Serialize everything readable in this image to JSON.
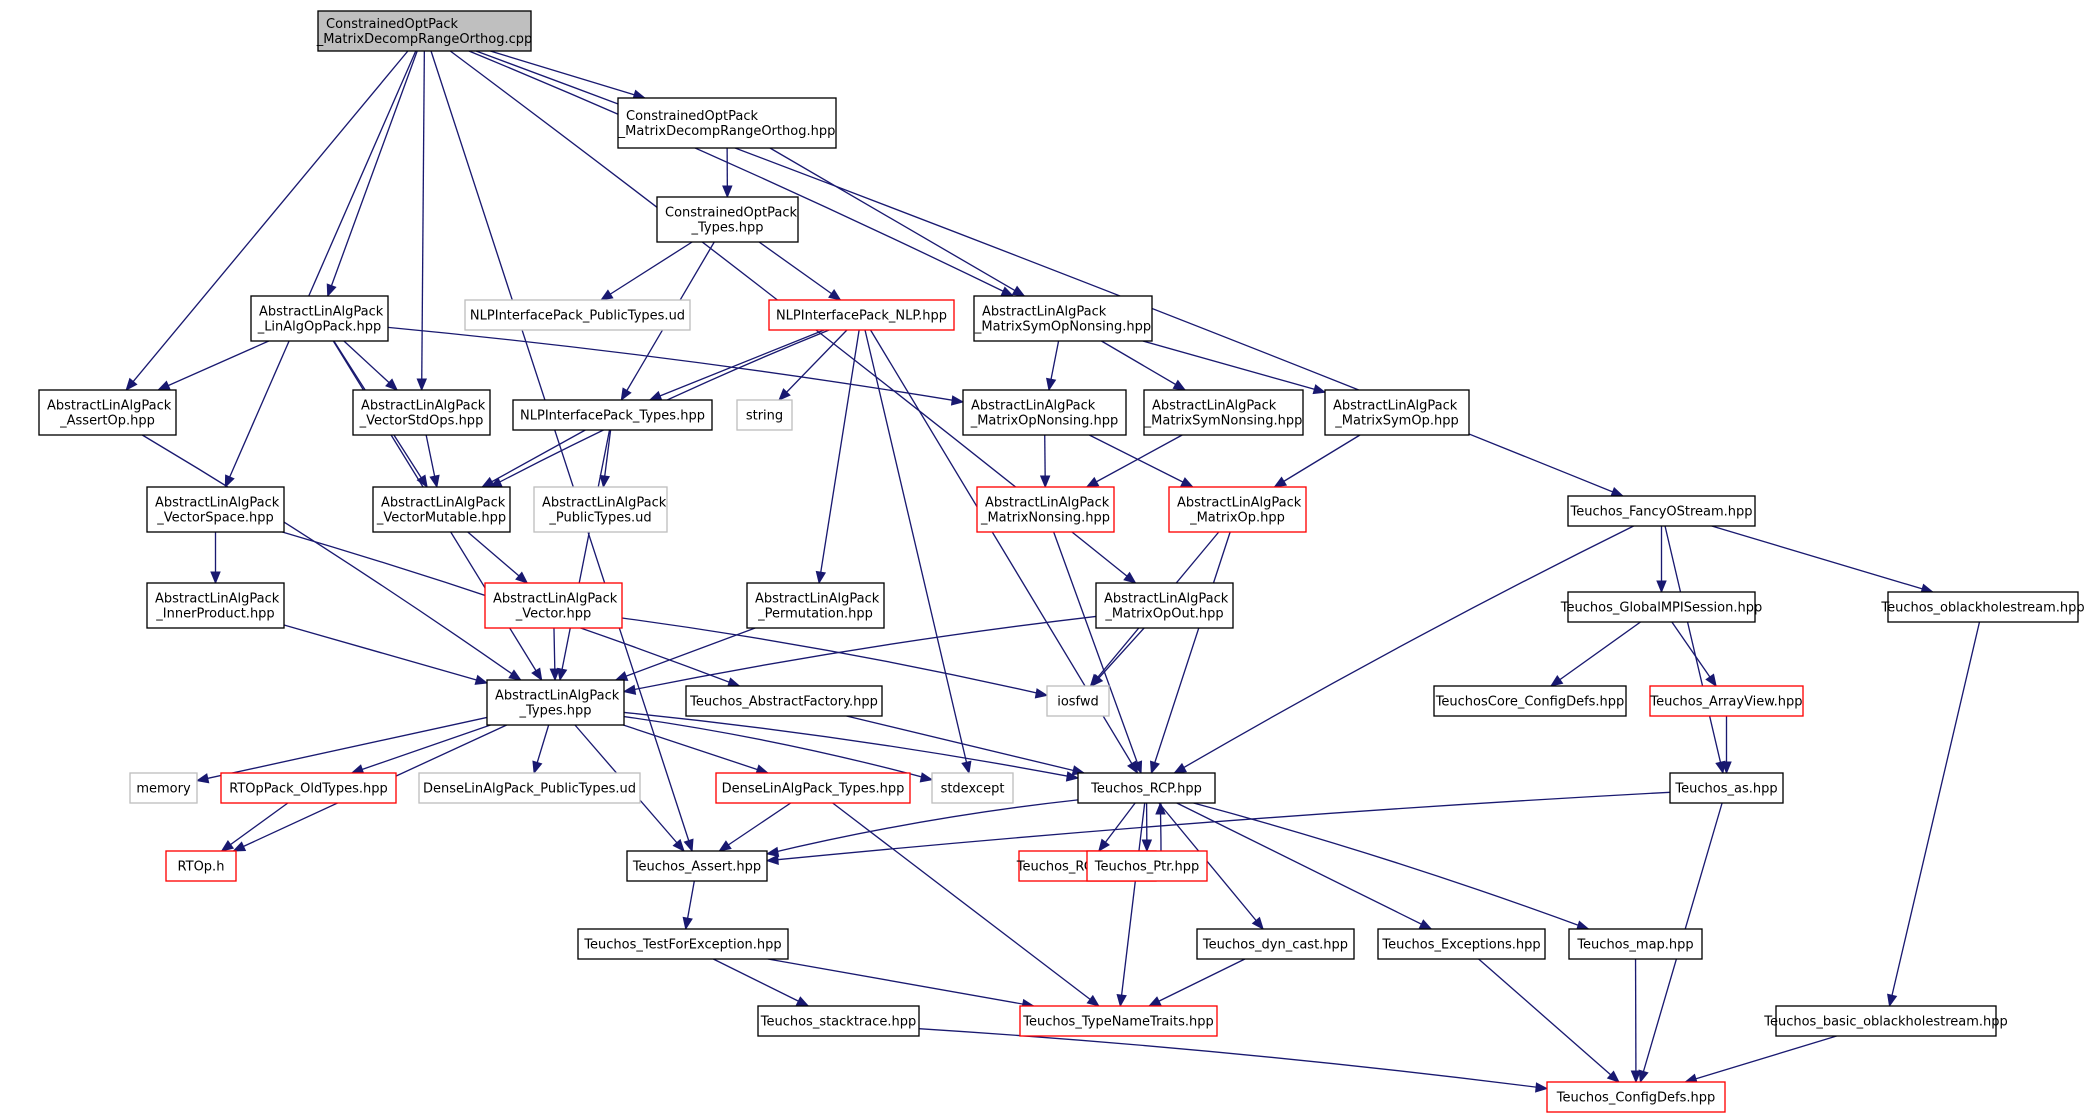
{
  "colors": {
    "edge": "#191970",
    "root_fill": "#bfbfbf",
    "doc_border": "#000000",
    "external_border": "#bfbfbf",
    "truncated_border": "#ff0000",
    "background": "#ffffff"
  },
  "legend_kinds": {
    "root": "file being documented (grey fill)",
    "doc": "documented header (black border)",
    "ext": "system / undocumented header (grey border)",
    "trunc": "header with hidden includes (red border)"
  },
  "nodes": [
    {
      "id": "root",
      "kind": "root",
      "lines": [
        "ConstrainedOptPack",
        "_MatrixDecompRangeOrthog.cpp"
      ]
    },
    {
      "id": "cop_mdro_hpp",
      "kind": "doc",
      "lines": [
        "ConstrainedOptPack",
        "_MatrixDecompRangeOrthog.hpp"
      ]
    },
    {
      "id": "cop_types",
      "kind": "doc",
      "lines": [
        "ConstrainedOptPack",
        "_Types.hpp"
      ]
    },
    {
      "id": "nlp_pub_types",
      "kind": "ext",
      "lines": [
        "NLPInterfacePack_PublicTypes.ud"
      ]
    },
    {
      "id": "nlp_nlp",
      "kind": "trunc",
      "lines": [
        "NLPInterfacePack_NLP.hpp"
      ]
    },
    {
      "id": "ala_linalgop",
      "kind": "doc",
      "lines": [
        "AbstractLinAlgPack",
        "_LinAlgOpPack.hpp"
      ]
    },
    {
      "id": "ala_matsymopnonsing",
      "kind": "doc",
      "lines": [
        "AbstractLinAlgPack",
        "_MatrixSymOpNonsing.hpp"
      ]
    },
    {
      "id": "ala_assertop",
      "kind": "doc",
      "lines": [
        "AbstractLinAlgPack",
        "_AssertOp.hpp"
      ]
    },
    {
      "id": "ala_vecstdops",
      "kind": "doc",
      "lines": [
        "AbstractLinAlgPack",
        "_VectorStdOps.hpp"
      ]
    },
    {
      "id": "nlp_types",
      "kind": "doc",
      "lines": [
        "NLPInterfacePack_Types.hpp"
      ]
    },
    {
      "id": "string",
      "kind": "ext",
      "lines": [
        "string"
      ]
    },
    {
      "id": "ala_matopnonsing",
      "kind": "doc",
      "lines": [
        "AbstractLinAlgPack",
        "_MatrixOpNonsing.hpp"
      ]
    },
    {
      "id": "ala_matsymnonsing",
      "kind": "doc",
      "lines": [
        "AbstractLinAlgPack",
        "_MatrixSymNonsing.hpp"
      ]
    },
    {
      "id": "ala_matsymop",
      "kind": "doc",
      "lines": [
        "AbstractLinAlgPack",
        "_MatrixSymOp.hpp"
      ]
    },
    {
      "id": "ala_vecspace",
      "kind": "doc",
      "lines": [
        "AbstractLinAlgPack",
        "_VectorSpace.hpp"
      ]
    },
    {
      "id": "ala_vecmutable",
      "kind": "doc",
      "lines": [
        "AbstractLinAlgPack",
        "_VectorMutable.hpp"
      ]
    },
    {
      "id": "ala_pubtypes",
      "kind": "ext",
      "lines": [
        "AbstractLinAlgPack",
        "_PublicTypes.ud"
      ]
    },
    {
      "id": "ala_matnonsing",
      "kind": "trunc",
      "lines": [
        "AbstractLinAlgPack",
        "_MatrixNonsing.hpp"
      ]
    },
    {
      "id": "ala_matop",
      "kind": "trunc",
      "lines": [
        "AbstractLinAlgPack",
        "_MatrixOp.hpp"
      ]
    },
    {
      "id": "t_fancyostream",
      "kind": "doc",
      "lines": [
        "Teuchos_FancyOStream.hpp"
      ]
    },
    {
      "id": "ala_innerprod",
      "kind": "doc",
      "lines": [
        "AbstractLinAlgPack",
        "_InnerProduct.hpp"
      ]
    },
    {
      "id": "ala_vector",
      "kind": "trunc",
      "lines": [
        "AbstractLinAlgPack",
        "_Vector.hpp"
      ]
    },
    {
      "id": "ala_perm",
      "kind": "doc",
      "lines": [
        "AbstractLinAlgPack",
        "_Permutation.hpp"
      ]
    },
    {
      "id": "ala_matopout",
      "kind": "doc",
      "lines": [
        "AbstractLinAlgPack",
        "_MatrixOpOut.hpp"
      ]
    },
    {
      "id": "t_globalmpi",
      "kind": "doc",
      "lines": [
        "Teuchos_GlobalMPISession.hpp"
      ]
    },
    {
      "id": "t_oblackhole",
      "kind": "doc",
      "lines": [
        "Teuchos_oblackholestream.hpp"
      ]
    },
    {
      "id": "ala_types",
      "kind": "doc",
      "lines": [
        "AbstractLinAlgPack",
        "_Types.hpp"
      ]
    },
    {
      "id": "t_absfactory",
      "kind": "doc",
      "lines": [
        "Teuchos_AbstractFactory.hpp"
      ]
    },
    {
      "id": "iosfwd",
      "kind": "ext",
      "lines": [
        "iosfwd"
      ]
    },
    {
      "id": "tc_configdefs",
      "kind": "doc",
      "lines": [
        "TeuchosCore_ConfigDefs.hpp"
      ]
    },
    {
      "id": "t_arrayview",
      "kind": "trunc",
      "lines": [
        "Teuchos_ArrayView.hpp"
      ]
    },
    {
      "id": "memory",
      "kind": "ext",
      "lines": [
        "memory"
      ]
    },
    {
      "id": "rtop_oldtypes",
      "kind": "trunc",
      "lines": [
        "RTOpPack_OldTypes.hpp"
      ]
    },
    {
      "id": "dla_pubtypes",
      "kind": "ext",
      "lines": [
        "DenseLinAlgPack_PublicTypes.ud"
      ]
    },
    {
      "id": "dla_types",
      "kind": "trunc",
      "lines": [
        "DenseLinAlgPack_Types.hpp"
      ]
    },
    {
      "id": "stdexcept",
      "kind": "ext",
      "lines": [
        "stdexcept"
      ]
    },
    {
      "id": "t_rcp",
      "kind": "doc",
      "lines": [
        "Teuchos_RCP.hpp"
      ]
    },
    {
      "id": "t_as",
      "kind": "doc",
      "lines": [
        "Teuchos_as.hpp"
      ]
    },
    {
      "id": "rtop_h",
      "kind": "trunc",
      "lines": [
        "RTOp.h"
      ]
    },
    {
      "id": "t_assert",
      "kind": "doc",
      "lines": [
        "Teuchos_Assert.hpp"
      ]
    },
    {
      "id": "t_rcpdecl",
      "kind": "trunc",
      "lines": [
        "Teuchos_RCPDecl.hpp"
      ]
    },
    {
      "id": "t_ptr",
      "kind": "trunc",
      "lines": [
        "Teuchos_Ptr.hpp"
      ]
    },
    {
      "id": "t_testforexc",
      "kind": "doc",
      "lines": [
        "Teuchos_TestForException.hpp"
      ]
    },
    {
      "id": "t_dyncast",
      "kind": "doc",
      "lines": [
        "Teuchos_dyn_cast.hpp"
      ]
    },
    {
      "id": "t_exceptions",
      "kind": "doc",
      "lines": [
        "Teuchos_Exceptions.hpp"
      ]
    },
    {
      "id": "t_map",
      "kind": "doc",
      "lines": [
        "Teuchos_map.hpp"
      ]
    },
    {
      "id": "t_stacktrace",
      "kind": "doc",
      "lines": [
        "Teuchos_stacktrace.hpp"
      ]
    },
    {
      "id": "t_typenametraits",
      "kind": "trunc",
      "lines": [
        "Teuchos_TypeNameTraits.hpp"
      ]
    },
    {
      "id": "t_basic_oblackhole",
      "kind": "doc",
      "lines": [
        "Teuchos_basic_oblackholestream.hpp"
      ]
    },
    {
      "id": "t_configdefs",
      "kind": "trunc",
      "lines": [
        "Teuchos_ConfigDefs.hpp"
      ]
    }
  ],
  "edges": [
    [
      "root",
      "cop_mdro_hpp"
    ],
    [
      "root",
      "ala_linalgop"
    ],
    [
      "root",
      "ala_matsymopnonsing"
    ],
    [
      "root",
      "ala_assertop"
    ],
    [
      "root",
      "ala_vecstdops"
    ],
    [
      "root",
      "ala_vecspace"
    ],
    [
      "root",
      "t_fancyostream"
    ],
    [
      "root",
      "ala_matopout"
    ],
    [
      "root",
      "t_assert"
    ],
    [
      "cop_mdro_hpp",
      "cop_types"
    ],
    [
      "cop_mdro_hpp",
      "ala_matsymopnonsing"
    ],
    [
      "cop_types",
      "nlp_pub_types"
    ],
    [
      "cop_types",
      "nlp_nlp"
    ],
    [
      "cop_types",
      "nlp_types"
    ],
    [
      "nlp_nlp",
      "nlp_types"
    ],
    [
      "nlp_nlp",
      "string"
    ],
    [
      "nlp_nlp",
      "ala_vecmutable"
    ],
    [
      "nlp_nlp",
      "ala_perm"
    ],
    [
      "nlp_nlp",
      "stdexcept"
    ],
    [
      "nlp_nlp",
      "t_rcp"
    ],
    [
      "ala_linalgop",
      "ala_assertop"
    ],
    [
      "ala_linalgop",
      "ala_vecstdops"
    ],
    [
      "ala_linalgop",
      "ala_vecmutable"
    ],
    [
      "ala_linalgop",
      "ala_matopnonsing"
    ],
    [
      "ala_linalgop",
      "ala_types"
    ],
    [
      "ala_matsymopnonsing",
      "ala_matopnonsing"
    ],
    [
      "ala_matsymopnonsing",
      "ala_matsymnonsing"
    ],
    [
      "ala_matsymopnonsing",
      "ala_matsymop"
    ],
    [
      "ala_assertop",
      "ala_types"
    ],
    [
      "ala_vecstdops",
      "ala_vecmutable"
    ],
    [
      "nlp_types",
      "ala_vecmutable"
    ],
    [
      "nlp_types",
      "ala_pubtypes"
    ],
    [
      "nlp_types",
      "ala_types"
    ],
    [
      "ala_matopnonsing",
      "ala_matnonsing"
    ],
    [
      "ala_matopnonsing",
      "ala_matop"
    ],
    [
      "ala_matsymnonsing",
      "ala_matnonsing"
    ],
    [
      "ala_matsymop",
      "ala_matop"
    ],
    [
      "ala_vecspace",
      "ala_innerprod"
    ],
    [
      "ala_vecspace",
      "t_absfactory"
    ],
    [
      "ala_vecmutable",
      "ala_vector"
    ],
    [
      "ala_matnonsing",
      "t_rcp"
    ],
    [
      "ala_matop",
      "iosfwd"
    ],
    [
      "ala_matop",
      "t_rcp"
    ],
    [
      "t_fancyostream",
      "t_globalmpi"
    ],
    [
      "t_fancyostream",
      "t_oblackhole"
    ],
    [
      "t_fancyostream",
      "t_rcp"
    ],
    [
      "t_fancyostream",
      "t_as"
    ],
    [
      "ala_innerprod",
      "ala_types"
    ],
    [
      "ala_vector",
      "ala_types"
    ],
    [
      "ala_vector",
      "iosfwd"
    ],
    [
      "ala_perm",
      "ala_types"
    ],
    [
      "ala_matopout",
      "iosfwd"
    ],
    [
      "ala_matopout",
      "ala_types"
    ],
    [
      "t_globalmpi",
      "tc_configdefs"
    ],
    [
      "t_globalmpi",
      "t_arrayview"
    ],
    [
      "t_oblackhole",
      "t_basic_oblackhole"
    ],
    [
      "ala_types",
      "memory"
    ],
    [
      "ala_types",
      "rtop_oldtypes"
    ],
    [
      "ala_types",
      "dla_pubtypes"
    ],
    [
      "ala_types",
      "dla_types"
    ],
    [
      "ala_types",
      "stdexcept"
    ],
    [
      "ala_types",
      "t_rcp"
    ],
    [
      "ala_types",
      "t_assert"
    ],
    [
      "ala_types",
      "rtop_h"
    ],
    [
      "t_absfactory",
      "t_rcp"
    ],
    [
      "t_arrayview",
      "t_as"
    ],
    [
      "rtop_oldtypes",
      "rtop_h"
    ],
    [
      "dla_types",
      "t_assert"
    ],
    [
      "dla_types",
      "t_typenametraits"
    ],
    [
      "t_rcp",
      "t_assert"
    ],
    [
      "t_rcp",
      "t_rcpdecl"
    ],
    [
      "t_rcp",
      "t_ptr"
    ],
    [
      "t_rcp",
      "t_dyncast"
    ],
    [
      "t_rcp",
      "t_exceptions"
    ],
    [
      "t_rcp",
      "t_map"
    ],
    [
      "t_rcp",
      "t_typenametraits"
    ],
    [
      "t_ptr",
      "t_rcp"
    ],
    [
      "t_as",
      "t_assert"
    ],
    [
      "t_as",
      "t_configdefs"
    ],
    [
      "t_assert",
      "t_testforexc"
    ],
    [
      "t_testforexc",
      "t_stacktrace"
    ],
    [
      "t_testforexc",
      "t_typenametraits"
    ],
    [
      "t_dyncast",
      "t_typenametraits"
    ],
    [
      "t_exceptions",
      "t_configdefs"
    ],
    [
      "t_map",
      "t_configdefs"
    ],
    [
      "t_stacktrace",
      "t_configdefs"
    ],
    [
      "t_basic_oblackhole",
      "t_configdefs"
    ]
  ]
}
